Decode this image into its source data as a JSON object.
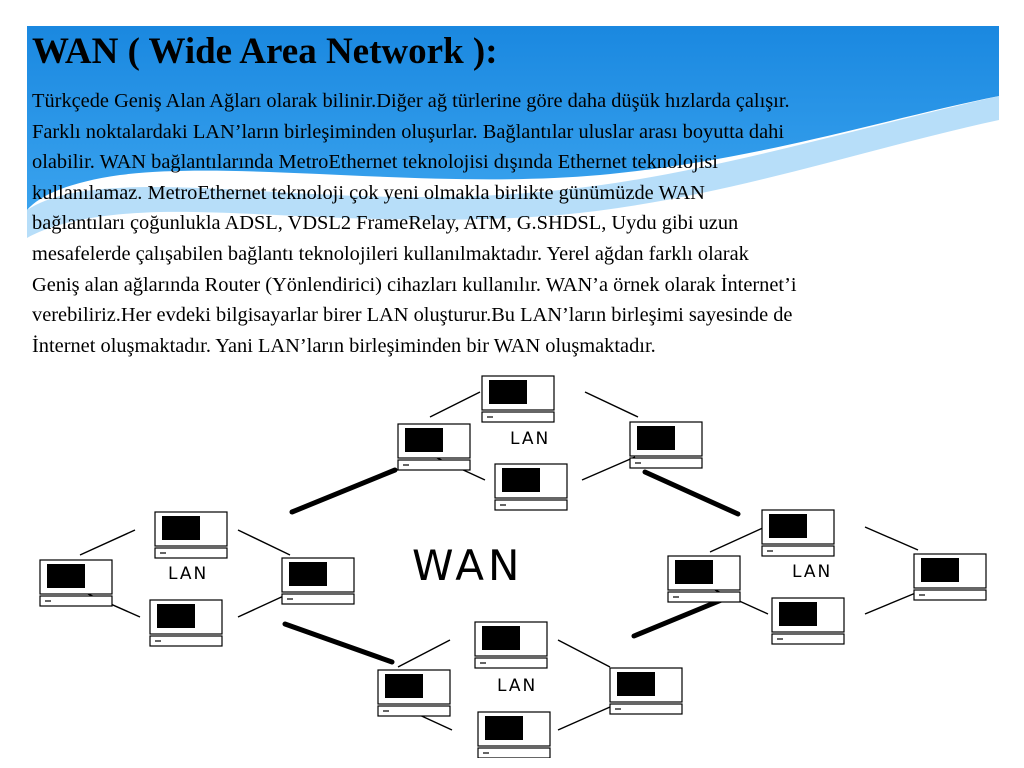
{
  "slide": {
    "title": "WAN ( Wide Area Network ):",
    "body_lines": [
      "Türkçede Geniş Alan Ağları olarak bilinir.Diğer ağ türlerine göre daha düşük hızlarda çalışır.",
      "Farklı noktalardaki LAN’ların birleşiminden oluşurlar. Bağlantılar uluslar arası boyutta dahi",
      "olabilir. WAN bağlantılarında MetroEthernet teknolojisi dışında Ethernet teknolojisi",
      "kullanılamaz. MetroEthernet teknoloji çok yeni olmakla birlikte günümüzde WAN",
      "bağlantıları çoğunlukla ADSL, VDSL2 FrameRelay, ATM, G.SHDSL, Uydu gibi uzun",
      "mesafelerde çalışabilen bağlantı teknolojileri kullanılmaktadır. Yerel ağdan farklı olarak",
      "Geniş alan ağlarında Router (Yönlendirici) cihazları kullanılır. WAN’a örnek olarak İnternet’i",
      "verebiliriz.Her evdeki bilgisayarlar birer LAN oluşturur.Bu LAN’ların birleşimi sayesinde de",
      "İnternet oluşmaktadır. Yani LAN’ların birleşiminden bir WAN oluşmaktadır."
    ]
  },
  "diagram": {
    "center_label": "WAN",
    "lans": [
      {
        "id": "top",
        "label": "LAN"
      },
      {
        "id": "left",
        "label": "LAN"
      },
      {
        "id": "right",
        "label": "LAN"
      },
      {
        "id": "bottom",
        "label": "LAN"
      }
    ]
  },
  "colors": {
    "header_blue": "#1f8fe4",
    "header_blue_light": "#5fb6f2",
    "text": "#000000",
    "background": "#ffffff"
  }
}
